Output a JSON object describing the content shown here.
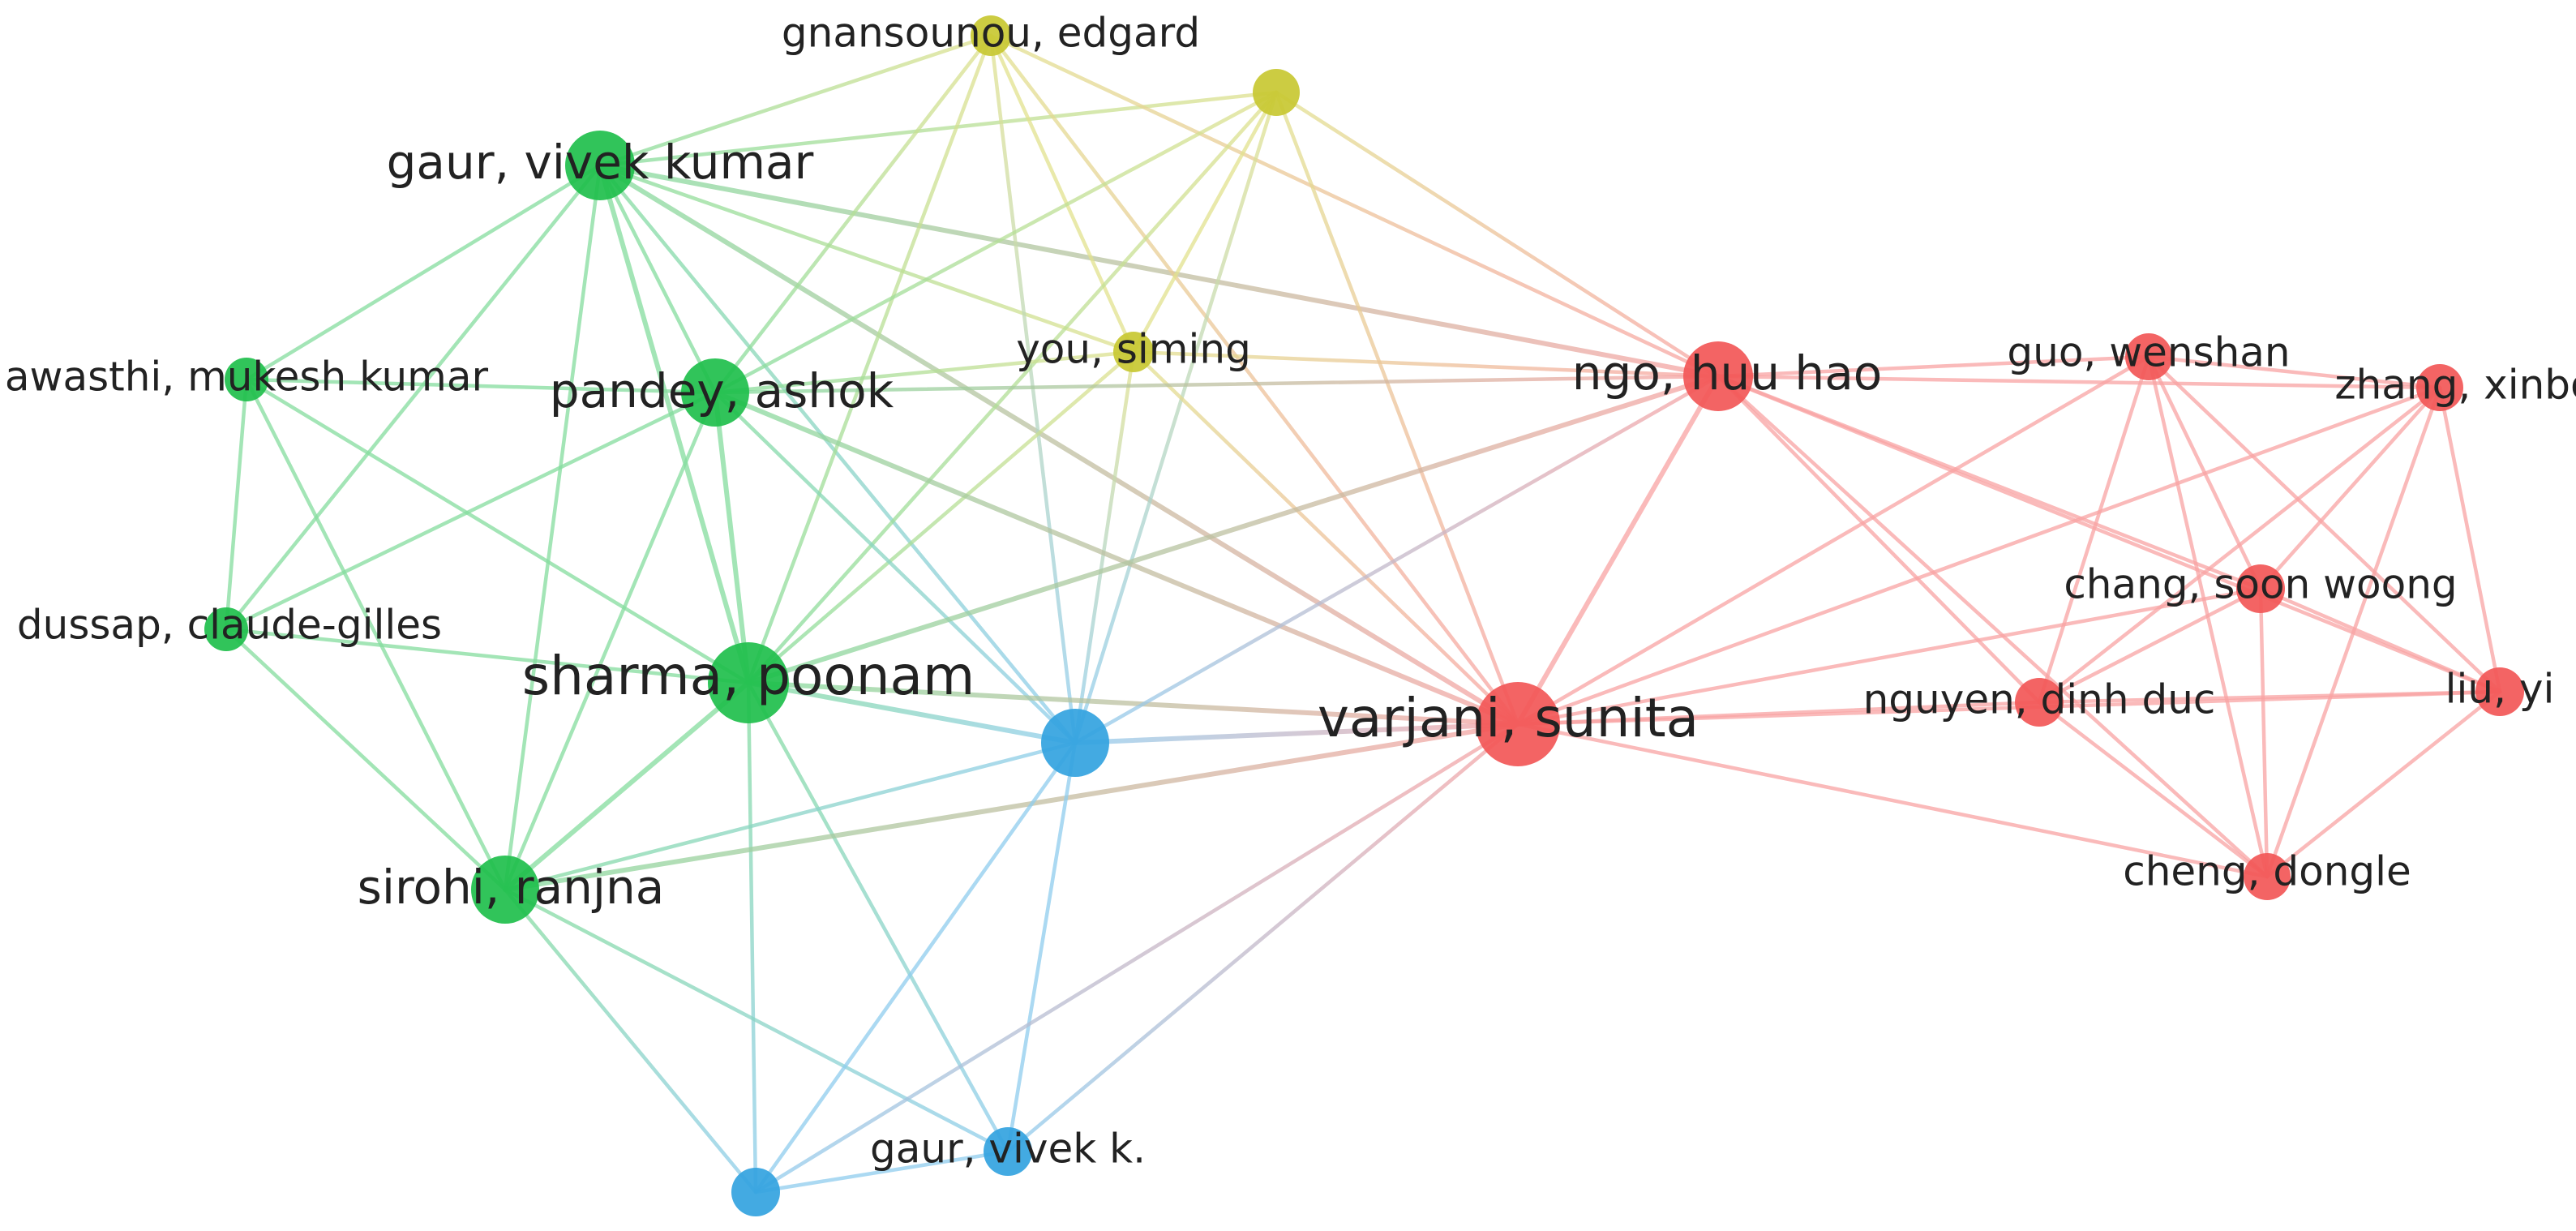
{
  "network": {
    "clusters": {
      "green": "#1fbf4c",
      "yellow": "#c8c832",
      "red": "#f25757",
      "blue": "#33a3e0"
    },
    "nodes": [
      {
        "id": "gnansounou",
        "label": "gnansounou, edgard",
        "cluster": "yellow"
      },
      {
        "id": "y2",
        "label": "",
        "cluster": "yellow"
      },
      {
        "id": "you",
        "label": "you, siming",
        "cluster": "yellow"
      },
      {
        "id": "gaurvk",
        "label": "gaur, vivek kumar",
        "cluster": "green"
      },
      {
        "id": "awasthi",
        "label": "awasthi, mukesh kumar",
        "cluster": "green"
      },
      {
        "id": "pandey",
        "label": "pandey, ashok",
        "cluster": "green"
      },
      {
        "id": "dussap",
        "label": "dussap, claude-gilles",
        "cluster": "green"
      },
      {
        "id": "sharma",
        "label": "sharma, poonam",
        "cluster": "green"
      },
      {
        "id": "sirohi",
        "label": "sirohi, ranjna",
        "cluster": "green"
      },
      {
        "id": "bluec",
        "label": "",
        "cluster": "blue"
      },
      {
        "id": "blueb",
        "label": "",
        "cluster": "blue"
      },
      {
        "id": "gaurvkdot",
        "label": "gaur, vivek k.",
        "cluster": "blue"
      },
      {
        "id": "ngo",
        "label": "ngo, huu hao",
        "cluster": "red"
      },
      {
        "id": "varjani",
        "label": "varjani, sunita",
        "cluster": "red"
      },
      {
        "id": "guo",
        "label": "guo, wenshan",
        "cluster": "red"
      },
      {
        "id": "zhang",
        "label": "zhang, xinbo",
        "cluster": "red"
      },
      {
        "id": "chang",
        "label": "chang, soon woong",
        "cluster": "red"
      },
      {
        "id": "nguyen",
        "label": "nguyen, dinh duc",
        "cluster": "red"
      },
      {
        "id": "liu",
        "label": "liu, yi",
        "cluster": "red"
      },
      {
        "id": "cheng",
        "label": "cheng, dongle",
        "cluster": "red"
      }
    ],
    "edges": [
      [
        "gaurvk",
        "gnansounou"
      ],
      [
        "gaurvk",
        "y2"
      ],
      [
        "gaurvk",
        "you"
      ],
      [
        "gaurvk",
        "awasthi"
      ],
      [
        "gaurvk",
        "pandey"
      ],
      [
        "gaurvk",
        "dussap"
      ],
      [
        "gaurvk",
        "sharma"
      ],
      [
        "gaurvk",
        "sirohi"
      ],
      [
        "gaurvk",
        "bluec"
      ],
      [
        "gaurvk",
        "ngo"
      ],
      [
        "gaurvk",
        "varjani"
      ],
      [
        "gnansounou",
        "pandey"
      ],
      [
        "gnansounou",
        "you"
      ],
      [
        "gnansounou",
        "sharma"
      ],
      [
        "gnansounou",
        "bluec"
      ],
      [
        "gnansounou",
        "ngo"
      ],
      [
        "gnansounou",
        "varjani"
      ],
      [
        "y2",
        "pandey"
      ],
      [
        "y2",
        "you"
      ],
      [
        "y2",
        "sharma"
      ],
      [
        "y2",
        "bluec"
      ],
      [
        "y2",
        "ngo"
      ],
      [
        "y2",
        "varjani"
      ],
      [
        "you",
        "pandey"
      ],
      [
        "you",
        "ngo"
      ],
      [
        "you",
        "sharma"
      ],
      [
        "you",
        "varjani"
      ],
      [
        "you",
        "bluec"
      ],
      [
        "awasthi",
        "pandey"
      ],
      [
        "awasthi",
        "dussap"
      ],
      [
        "awasthi",
        "sirohi"
      ],
      [
        "awasthi",
        "sharma"
      ],
      [
        "pandey",
        "sharma"
      ],
      [
        "pandey",
        "sirohi"
      ],
      [
        "pandey",
        "dussap"
      ],
      [
        "pandey",
        "bluec"
      ],
      [
        "pandey",
        "ngo"
      ],
      [
        "pandey",
        "varjani"
      ],
      [
        "dussap",
        "sharma"
      ],
      [
        "dussap",
        "sirohi"
      ],
      [
        "sharma",
        "sirohi"
      ],
      [
        "sharma",
        "bluec"
      ],
      [
        "sharma",
        "varjani"
      ],
      [
        "sharma",
        "ngo"
      ],
      [
        "sharma",
        "blueb"
      ],
      [
        "sharma",
        "gaurvkdot"
      ],
      [
        "sirohi",
        "bluec"
      ],
      [
        "sirohi",
        "varjani"
      ],
      [
        "sirohi",
        "blueb"
      ],
      [
        "sirohi",
        "gaurvkdot"
      ],
      [
        "bluec",
        "varjani"
      ],
      [
        "bluec",
        "ngo"
      ],
      [
        "bluec",
        "blueb"
      ],
      [
        "bluec",
        "gaurvkdot"
      ],
      [
        "blueb",
        "gaurvkdot"
      ],
      [
        "blueb",
        "varjani"
      ],
      [
        "gaurvkdot",
        "varjani"
      ],
      [
        "ngo",
        "varjani"
      ],
      [
        "ngo",
        "guo"
      ],
      [
        "ngo",
        "zhang"
      ],
      [
        "ngo",
        "chang"
      ],
      [
        "ngo",
        "nguyen"
      ],
      [
        "ngo",
        "liu"
      ],
      [
        "ngo",
        "cheng"
      ],
      [
        "varjani",
        "guo"
      ],
      [
        "varjani",
        "zhang"
      ],
      [
        "varjani",
        "chang"
      ],
      [
        "varjani",
        "nguyen"
      ],
      [
        "varjani",
        "liu"
      ],
      [
        "varjani",
        "cheng"
      ],
      [
        "guo",
        "zhang"
      ],
      [
        "guo",
        "chang"
      ],
      [
        "guo",
        "nguyen"
      ],
      [
        "guo",
        "liu"
      ],
      [
        "guo",
        "cheng"
      ],
      [
        "zhang",
        "chang"
      ],
      [
        "zhang",
        "nguyen"
      ],
      [
        "zhang",
        "liu"
      ],
      [
        "zhang",
        "cheng"
      ],
      [
        "chang",
        "nguyen"
      ],
      [
        "chang",
        "liu"
      ],
      [
        "chang",
        "cheng"
      ],
      [
        "nguyen",
        "liu"
      ],
      [
        "nguyen",
        "cheng"
      ],
      [
        "liu",
        "cheng"
      ]
    ]
  }
}
